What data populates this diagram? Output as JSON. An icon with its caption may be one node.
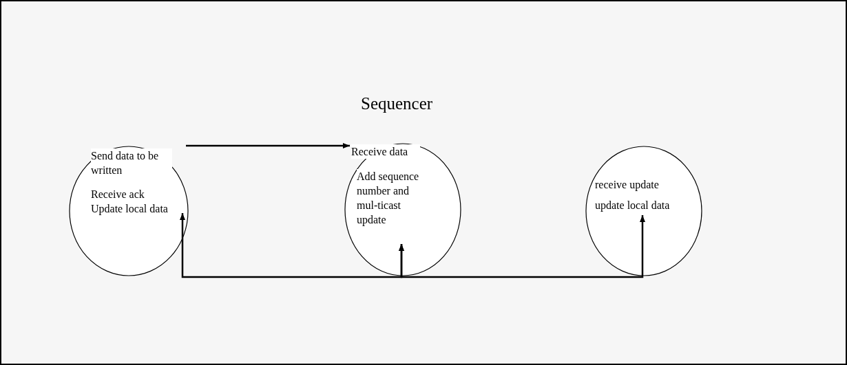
{
  "diagram": {
    "nodes": [
      {
        "text": [
          "Send data to be written",
          "Receive ack",
          "Update local data"
        ]
      },
      {
        "text": [
          "Sequencer",
          "Receive data",
          "Add sequence number and mul-ticast update"
        ]
      },
      {
        "text": [
          "receive update",
          "update local data"
        ]
      }
    ],
    "edges": [
      {
        "from": 0,
        "to": 1,
        "arrow": "to"
      },
      {
        "from": 1,
        "to": 0,
        "arrow": "both"
      },
      {
        "from": 1,
        "to": 2,
        "arrow": "both"
      }
    ]
  }
}
